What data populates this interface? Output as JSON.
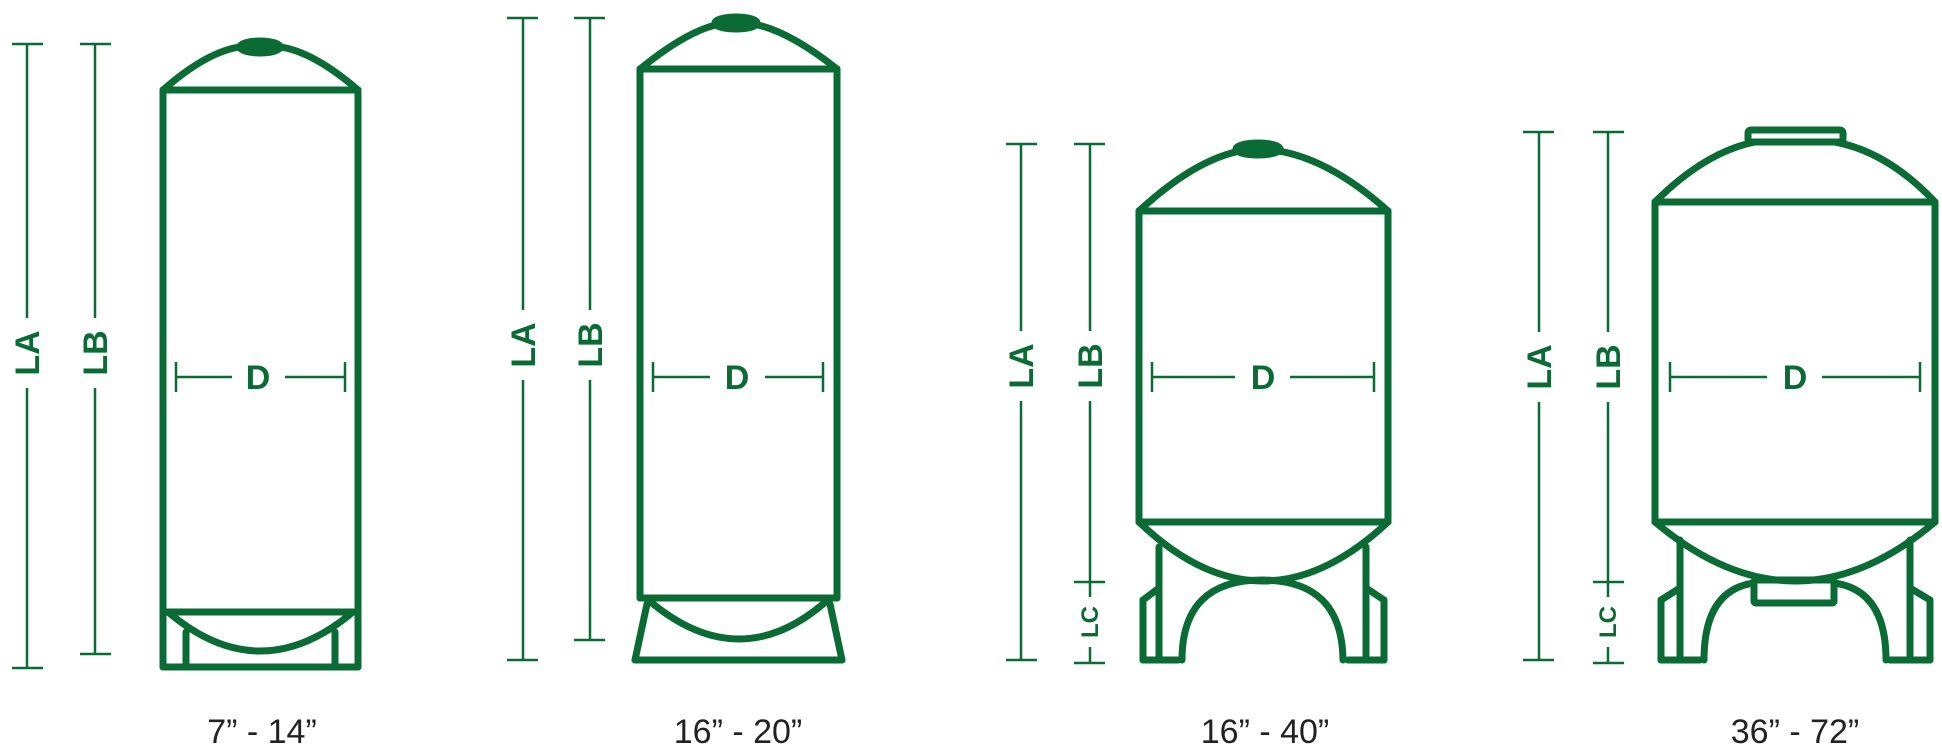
{
  "colors": {
    "vessel_stroke": "#0a6b35",
    "caption_text": "#222222",
    "background": "#ffffff"
  },
  "labels": {
    "la": "LA",
    "lb": "LB",
    "lc": "LC",
    "d": "D"
  },
  "vessels": [
    {
      "caption": "7” - 14”",
      "has_lc": false,
      "base": "skirt-straight",
      "top": "neck"
    },
    {
      "caption": "16” - 20”",
      "has_lc": false,
      "base": "skirt-tapered",
      "top": "neck"
    },
    {
      "caption": "16” - 40”",
      "has_lc": true,
      "base": "legs-arch",
      "top": "neck"
    },
    {
      "caption": "36” - 72”",
      "has_lc": true,
      "base": "legs-arch-plate",
      "top": "manway"
    }
  ]
}
